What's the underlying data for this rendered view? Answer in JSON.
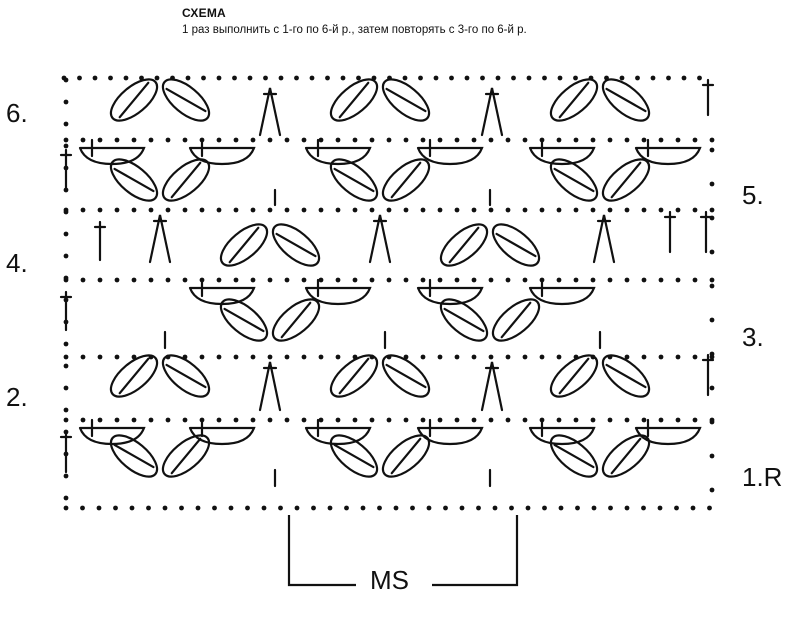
{
  "header": {
    "title": "СХЕМА",
    "subtitle": "1 раз выполнить с 1-го по 6-й р., затем повторять с 3-го по 6-й р."
  },
  "row_labels": {
    "r1": "1.R",
    "r2": "2.",
    "r3": "3.",
    "r4": "4.",
    "r5": "5.",
    "r6": "6."
  },
  "repeat_label": "MS",
  "colors": {
    "ink": "#111111",
    "paper": "#ffffff"
  }
}
